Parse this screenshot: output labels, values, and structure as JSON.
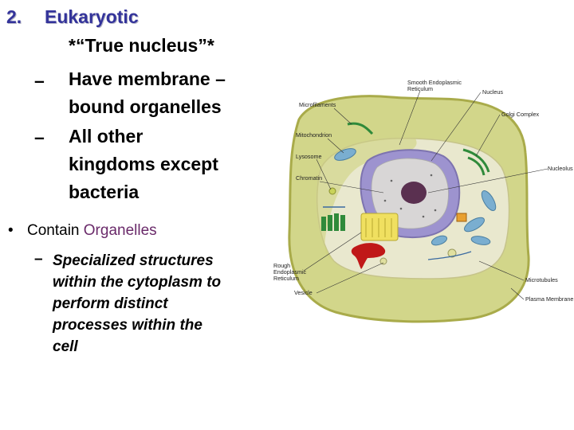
{
  "slide": {
    "number": "2.",
    "heading": "Eukaryotic",
    "subheading": "*“True nucleus”*",
    "dash_char": "–",
    "points": [
      {
        "lines": [
          "Have membrane –",
          "bound organelles"
        ]
      },
      {
        "lines": [
          "All other",
          "kingdoms except",
          "bacteria"
        ]
      }
    ],
    "bullet_char": "•",
    "bullet_prefix": "Contain ",
    "bullet_highlight": "Organelles",
    "sub_point_lines": [
      "Specialized structures",
      "within the cytoplasm to",
      "perform distinct",
      "processes within the",
      "cell"
    ]
  },
  "figure": {
    "labels": {
      "smooth_er": [
        "Smooth Endoplasmic",
        "Reticulum"
      ],
      "nucleus": "Nucleus",
      "microfilaments": "Microfilaments",
      "golgi": "Golgi Complex",
      "mitochondrion": "Mitochondrion",
      "lysosome": "Lysosome",
      "nucleolus": "Nucleolus",
      "chromatin": "Chromatin",
      "rough_er": [
        "Rough",
        "Endoplasmic",
        "Reticulum"
      ],
      "microtubules": "Microtubules",
      "vesicle": "Vesicle",
      "plasma_membrane": "Plasma Membrane"
    },
    "colors": {
      "cytoplasm": "#d2d68a",
      "membrane": "#a9ab4a",
      "nucleus": "#9d93cf",
      "nucleolus": "#5a3050",
      "golgi": "#2f8a3a",
      "mitochondria": "#7aaed0",
      "rough_er": "#f0e060",
      "vacuole": "#c01818"
    }
  }
}
